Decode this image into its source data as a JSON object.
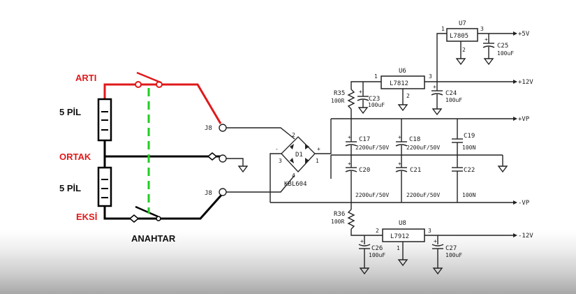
{
  "annotations": {
    "arti": "ARTI",
    "pil_top": "5 PİL",
    "ortak": "ORTAK",
    "pil_bottom": "5 PİL",
    "eksi": "EKSİ",
    "anahtar": "ANAHTAR"
  },
  "schematic": {
    "j_top": "J8",
    "j_bottom": "J8",
    "bridge_ref": "D1",
    "bridge_part": "KBL604",
    "reg_u7_ref": "U7",
    "reg_u7_part": "L7805",
    "reg_u6_ref": "U6",
    "reg_u6_part": "L7812",
    "reg_u8_ref": "U8",
    "reg_u8_part": "L7912",
    "c25": "C25",
    "c25_val": "100uF",
    "c24": "C24",
    "c24_val": "100uF",
    "c23": "C23",
    "c23_val": "100uF",
    "c26": "C26",
    "c26_val": "100uF",
    "c27": "C27",
    "c27_val": "100uF",
    "c17": "C17",
    "c17_val": "2200uF/50V",
    "c18": "C18",
    "c18_val": "2200uF/50V",
    "c19": "C19",
    "c19_val": "100N",
    "c20": "C20",
    "c20_val": "2200uF/50V",
    "c21": "C21",
    "c21_val": "2200uF/50V",
    "c22": "C22",
    "c22_val": "100N",
    "r35": "R35",
    "r35_val": "100R",
    "r36": "R36",
    "r36_val": "100R",
    "out_p5": "+5V",
    "out_p12": "+12V",
    "out_vp": "+VP",
    "out_mvp": "-VP",
    "out_m12": "-12V",
    "pin1": "1",
    "pin2": "2",
    "pin3": "3"
  },
  "colors": {
    "positive_wire": "#e0191b",
    "switch_link": "#22cc22",
    "wire": "#000000"
  }
}
